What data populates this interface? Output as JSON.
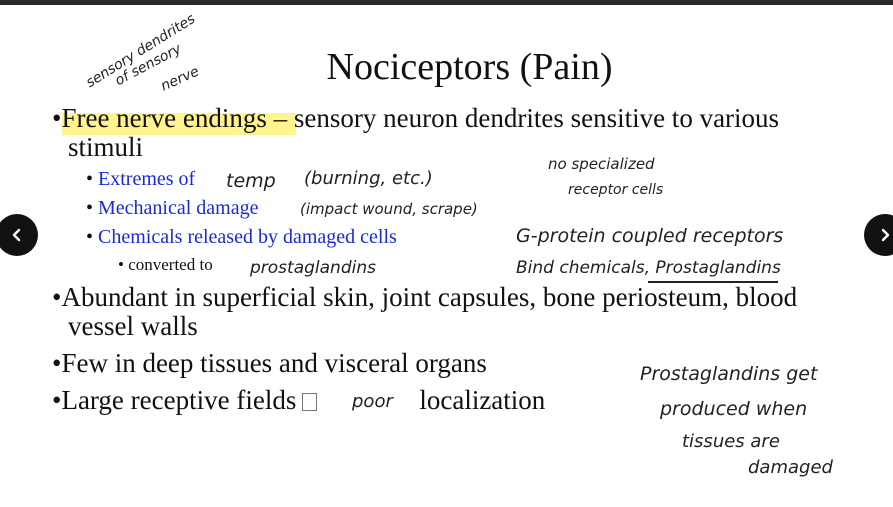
{
  "slide": {
    "title": "Nociceptors  (Pain)",
    "bullets": {
      "b1_highlight": "Free nerve endings",
      "b1_rest": " – sensory neuron dendrites sensitive to various",
      "b1_cont": "stimuli",
      "sub1": "Extremes of",
      "sub2": "Mechanical damage",
      "sub3": "Chemicals released by damaged cells",
      "subsub1": "converted to",
      "b2": "Abundant in superficial skin, joint capsules, bone periosteum, blood",
      "b2_cont": "vessel walls",
      "b3": "Few in deep tissues and visceral organs",
      "b4_a": "Large receptive fields",
      "b4_b": "localization"
    },
    "bullet_char": "•"
  },
  "annotations": {
    "a1": "sensory dendrites",
    "a2": "of sensory",
    "a3": "nerve",
    "a4": "temp",
    "a5": "(burning, etc.)",
    "a6": "(impact wound, scrape)",
    "a7": "prostaglandins",
    "a8": "no specialized",
    "a9": "receptor cells",
    "a10": "G-protein coupled receptors",
    "a11": "Bind chemicals, Prostaglandins",
    "a12": "poor",
    "a13": "Prostaglandins get",
    "a14": "produced when",
    "a15": "tissues are",
    "a16": "damaged"
  },
  "nav": {
    "prev_icon": "chevron-left-icon",
    "next_icon": "chevron-right-icon"
  },
  "colors": {
    "highlight": "#fff27a",
    "sub_bullet_blue": "#1a2bd6"
  }
}
